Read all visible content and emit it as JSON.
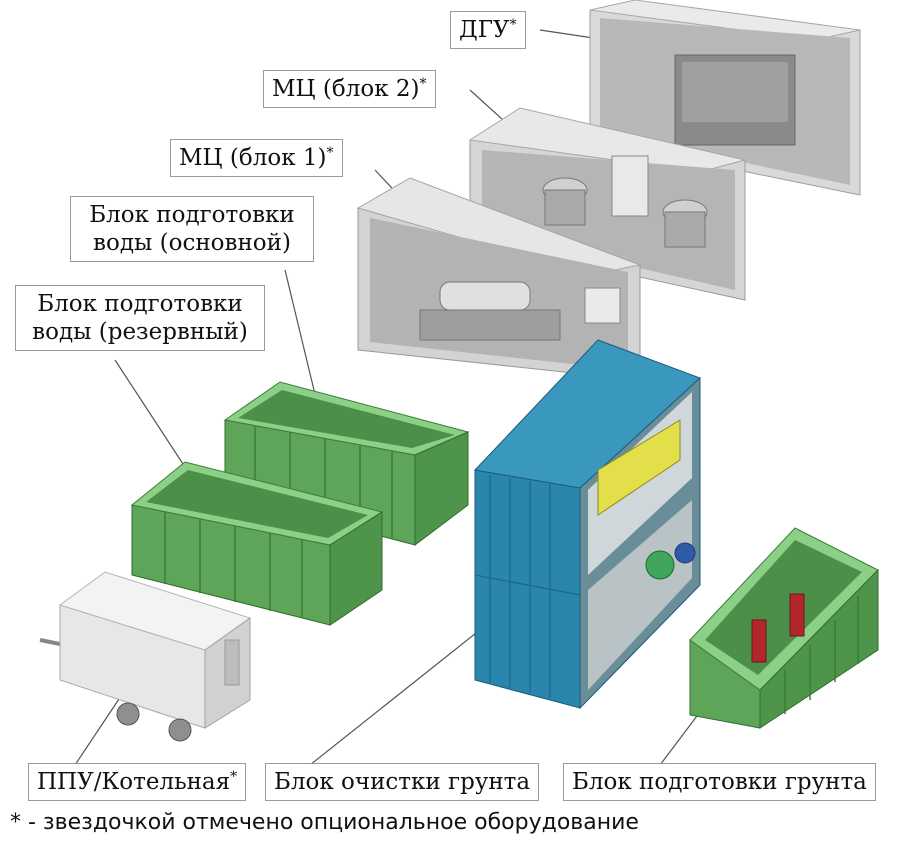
{
  "labels": {
    "dgu": {
      "text": "ДГУ",
      "mark": "*"
    },
    "mc2": {
      "text": "МЦ (блок 2)",
      "mark": "*"
    },
    "mc1": {
      "text": "МЦ (блок 1)",
      "mark": "*"
    },
    "water_main": {
      "line1": "Блок подготовки",
      "line2": "воды (основной)"
    },
    "water_reserve": {
      "line1": "Блок подготовки",
      "line2": "воды (резервный)"
    },
    "ppu": {
      "text": "ППУ/Котельная",
      "mark": "*"
    },
    "soil_clean": {
      "text": "Блок очистки грунта"
    },
    "soil_prep": {
      "text": "Блок подготовки грунта"
    }
  },
  "footnote": "* - звездочкой отмечено опциональное оборудование",
  "colors": {
    "container_grey": "#c9c9c9",
    "tank_green": "#6fb56a",
    "blue_container": "#2b87ab",
    "trailer_white": "#e6e6e6",
    "equipment_red": "#b3262c"
  }
}
